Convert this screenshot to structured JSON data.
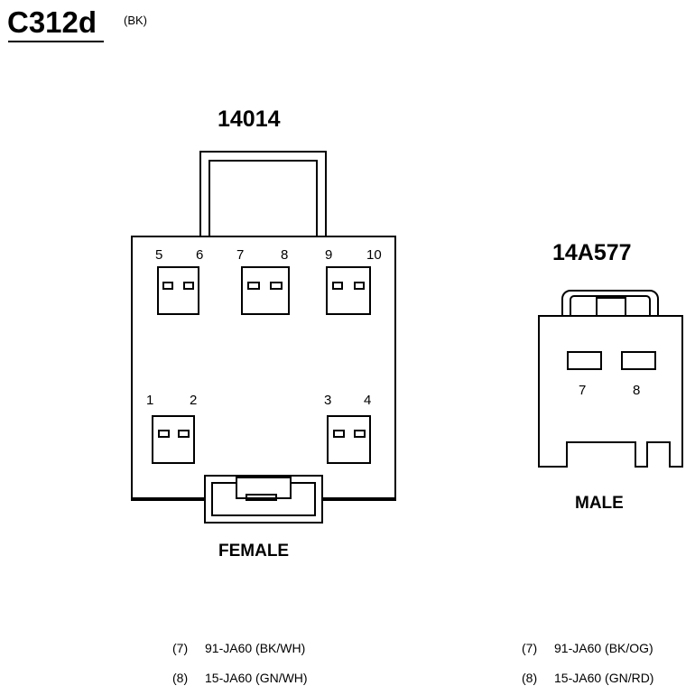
{
  "header": {
    "connector_id": "C312d",
    "color_code": "(BK)"
  },
  "female": {
    "part_number": "14014",
    "label": "FEMALE",
    "pins": [
      "5",
      "6",
      "7",
      "8",
      "9",
      "10",
      "1",
      "2",
      "3",
      "4"
    ]
  },
  "male": {
    "part_number": "14A577",
    "label": "MALE",
    "pins": [
      "7",
      "8"
    ]
  },
  "wiring": {
    "female": [
      {
        "pin": "(7)",
        "circuit": "91-JA60 (BK/WH)"
      },
      {
        "pin": "(8)",
        "circuit": "15-JA60 (GN/WH)"
      }
    ],
    "male": [
      {
        "pin": "(7)",
        "circuit": "91-JA60 (BK/OG)"
      },
      {
        "pin": "(8)",
        "circuit": "15-JA60 (GN/RD)"
      }
    ]
  }
}
